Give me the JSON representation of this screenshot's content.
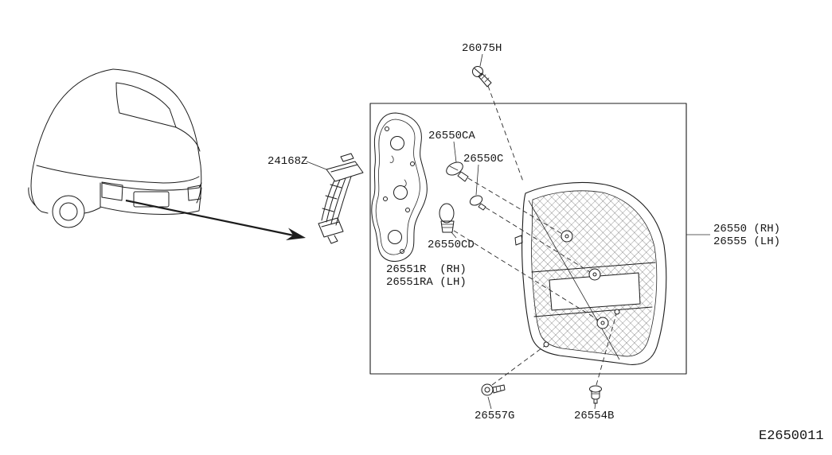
{
  "diagram": {
    "code": "E2650011",
    "labels": {
      "p26075h": "26075H",
      "p26550ca": "26550CA",
      "p26550c": "26550C",
      "p24168z": "24168Z",
      "p26550cd": "26550CD",
      "p26551r": "26551R  (RH)",
      "p26551ra": "26551RA (LH)",
      "p26550": "26550 (RH)",
      "p26555": "26555 (LH)",
      "p26557g": "26557G",
      "p26554b": "26554B"
    }
  }
}
